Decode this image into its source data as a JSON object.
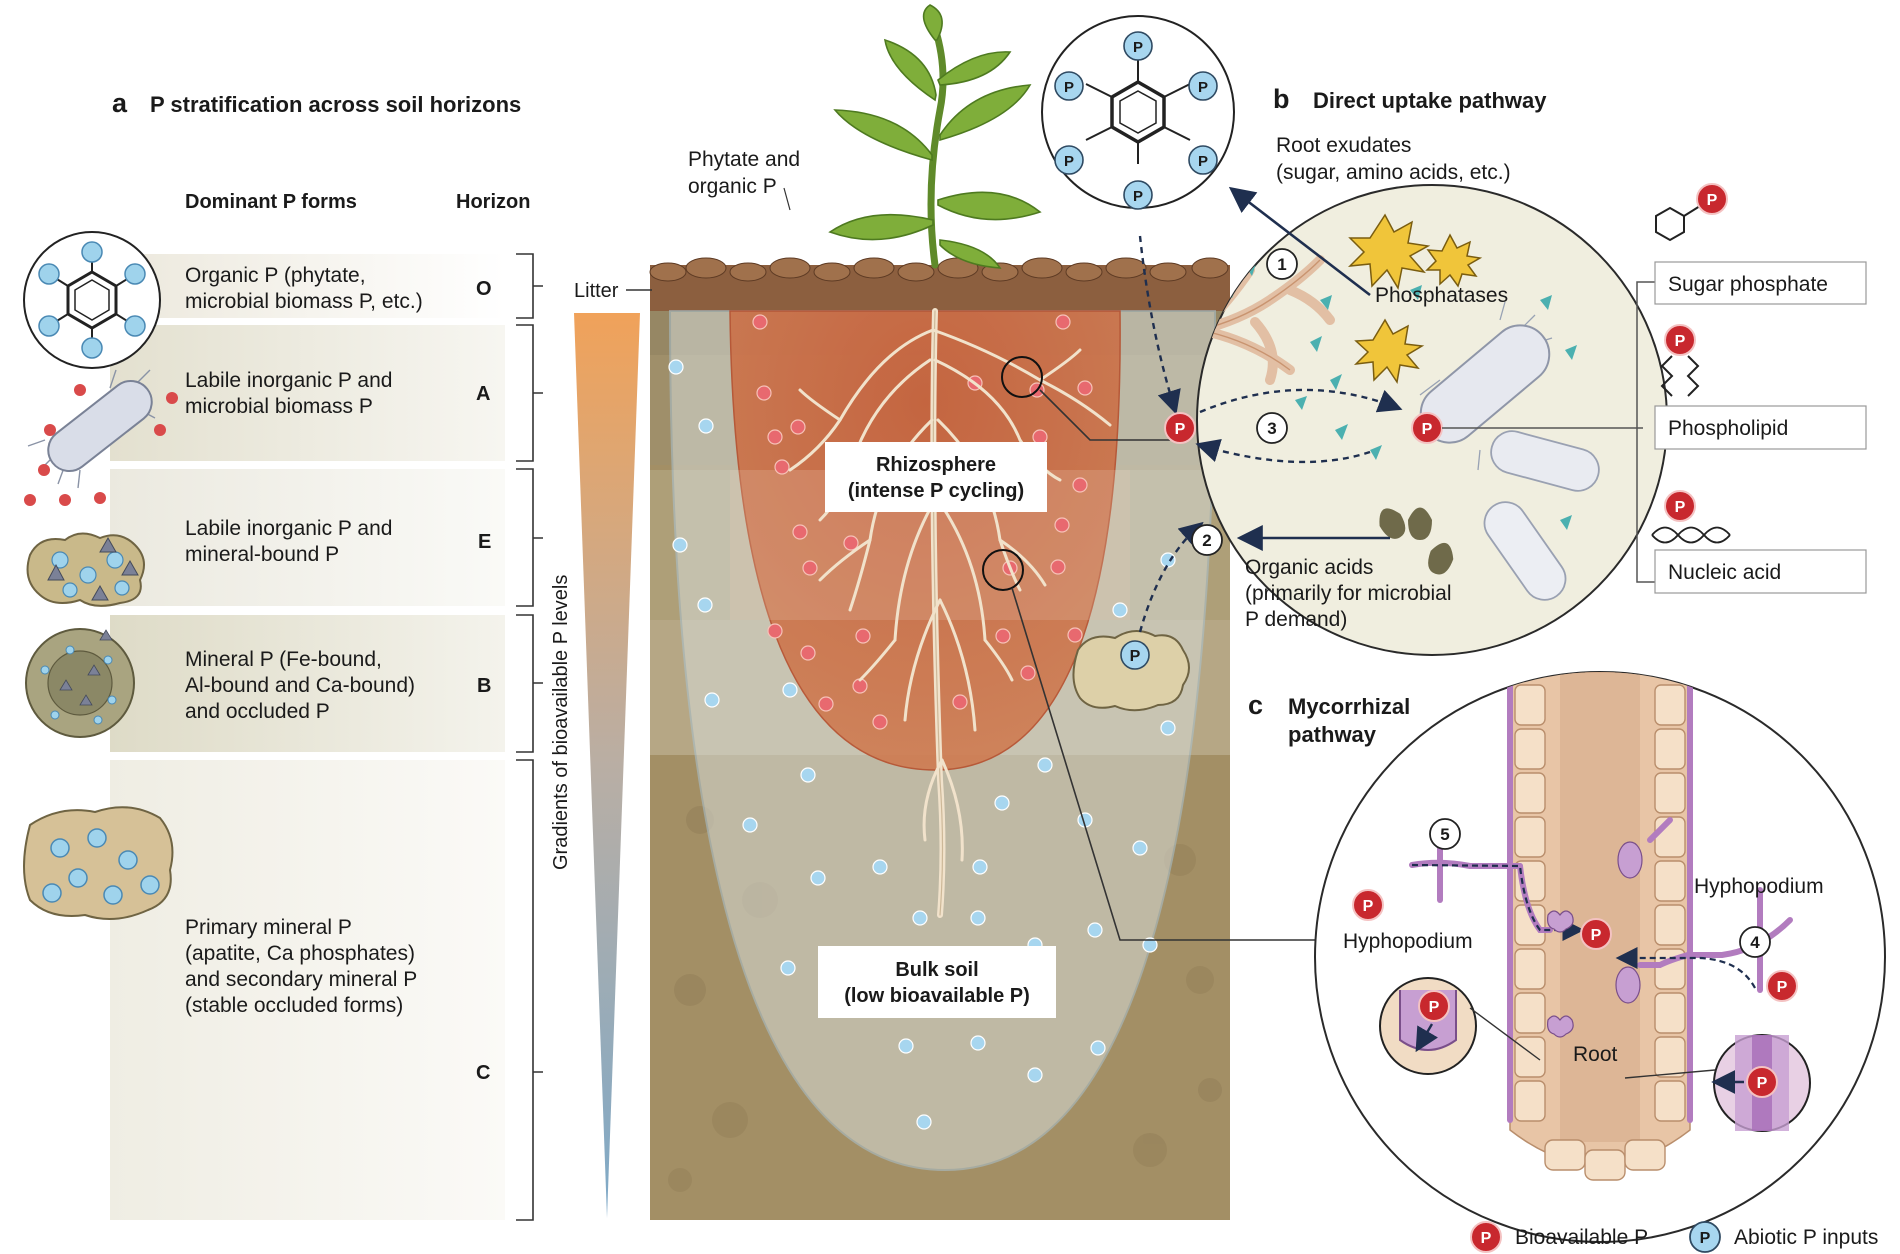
{
  "panel_a": {
    "letter": "a",
    "title": "P stratification across soil horizons",
    "col_forms": "Dominant P forms",
    "col_horizon": "Horizon",
    "rows": [
      {
        "horizon": "O",
        "lines": [
          "Organic P (phytate,",
          "microbial biomass P, etc.)"
        ]
      },
      {
        "horizon": "A",
        "lines": [
          "Labile inorganic P and",
          "microbial biomass P"
        ]
      },
      {
        "horizon": "E",
        "lines": [
          "Labile inorganic P and",
          "mineral-bound P"
        ]
      },
      {
        "horizon": "B",
        "lines": [
          "Mineral P (Fe-bound,",
          "Al-bound and Ca-bound)",
          "and occluded P"
        ]
      },
      {
        "horizon": "C",
        "lines": [
          "Primary mineral P",
          "(apatite, Ca phosphates)",
          "and secondary mineral P",
          "(stable occluded forms)"
        ]
      }
    ],
    "gradient_label": "Gradients of bioavailable P levels",
    "litter": "Litter"
  },
  "soil": {
    "phytate_label": [
      "Phytate and",
      "organic P"
    ],
    "rhizosphere": [
      "Rhizosphere",
      "(intense P cycling)"
    ],
    "bulk": [
      "Bulk soil",
      "(low bioavailable P)"
    ]
  },
  "panel_b": {
    "letter": "b",
    "title": "Direct uptake pathway",
    "root_exudates": [
      "Root exudates",
      "(sugar, amino acids, etc.)"
    ],
    "phosphatases": "Phosphatases",
    "organic_acids": [
      "Organic acids",
      "(primarily for microbial",
      "P demand)"
    ],
    "steps": [
      "1",
      "2",
      "3"
    ],
    "compounds": [
      "Sugar phosphate",
      "Phospholipid",
      "Nucleic acid"
    ]
  },
  "panel_c": {
    "letter": "c",
    "title": [
      "Mycorrhizal",
      "pathway"
    ],
    "hyphopodium_left": "Hyphopodium",
    "hyphopodium_right": "Hyphopodium",
    "root": "Root",
    "steps": [
      "4",
      "5"
    ]
  },
  "p_symbol": "P",
  "legend": {
    "bioavailable": "Bioavailable P",
    "abiotic": "Abiotic P inputs"
  },
  "colors": {
    "p_red": "#c8282e",
    "p_blue": "#9fd3ec",
    "rhizosphere": "#c9623a",
    "soil": "#a89770",
    "arrow": "#1f2f4f"
  }
}
